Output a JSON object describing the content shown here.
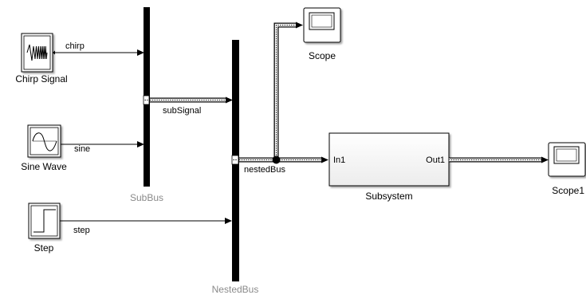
{
  "blocks": {
    "chirp": {
      "label": "Chirp Signal"
    },
    "sine": {
      "label": "Sine Wave"
    },
    "step": {
      "label": "Step"
    },
    "subbus": {
      "label": "SubBus"
    },
    "nestedbus": {
      "label": "NestedBus"
    },
    "subsystem": {
      "label": "Subsystem",
      "in_port": "In1",
      "out_port": "Out1"
    },
    "scope": {
      "label": "Scope"
    },
    "scope1": {
      "label": "Scope1"
    }
  },
  "signals": {
    "chirp": "chirp",
    "sine": "sine",
    "step": "step",
    "sub_signal": "subSignal",
    "nested_bus": "nestedBus"
  },
  "colors": {
    "line": "#000000",
    "bus_label": "#8a8a8a",
    "background": "#ffffff"
  }
}
